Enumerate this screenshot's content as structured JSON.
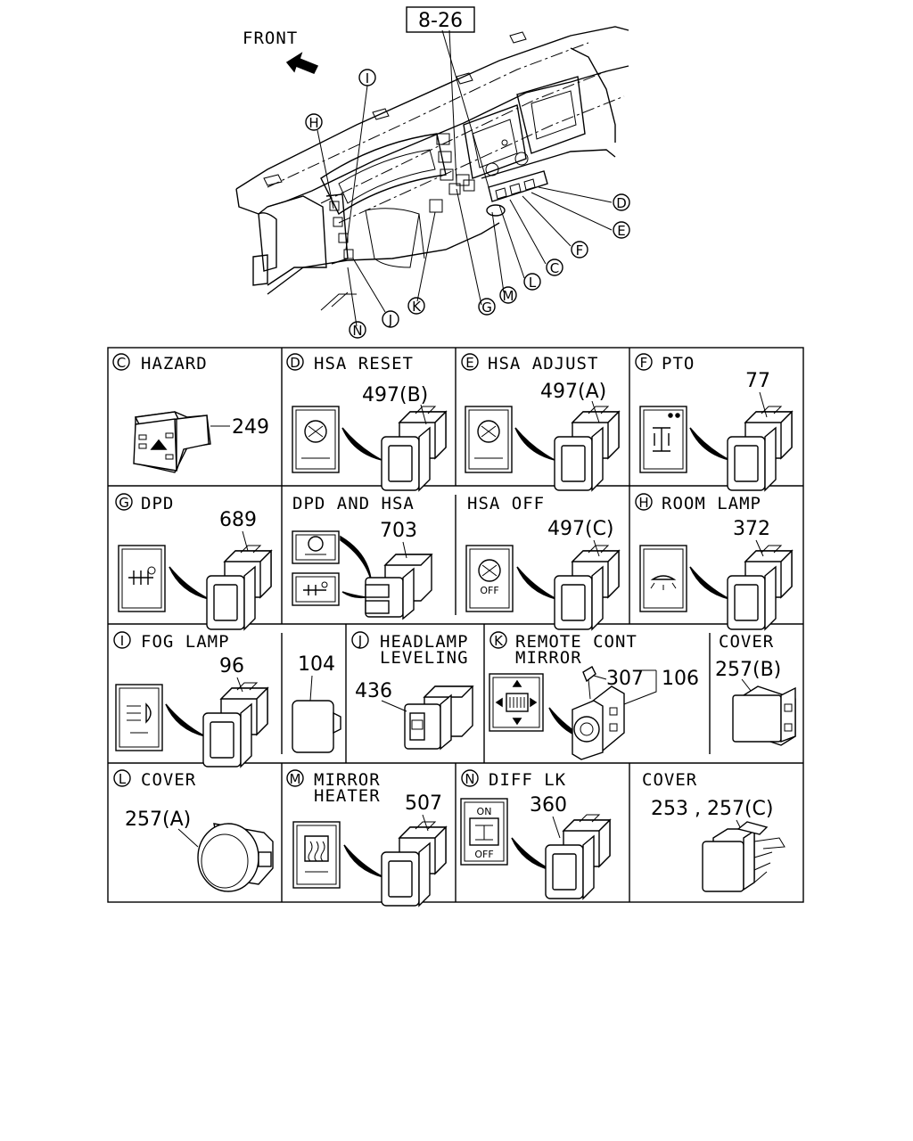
{
  "overview": {
    "ref_code": "8-26",
    "front_label": "FRONT",
    "callouts": [
      "C",
      "D",
      "E",
      "F",
      "G",
      "H",
      "I",
      "J",
      "K",
      "L",
      "M",
      "N"
    ]
  },
  "cells": {
    "hazard": {
      "letter": "C",
      "title": "HAZARD",
      "part": "249"
    },
    "hsa_reset": {
      "letter": "D",
      "title": "HSA RESET",
      "part": "497(B)"
    },
    "hsa_adjust": {
      "letter": "E",
      "title": "HSA ADJUST",
      "part": "497(A)"
    },
    "pto": {
      "letter": "F",
      "title": "PTO",
      "part": "77"
    },
    "dpd": {
      "letter": "G",
      "title": "DPD",
      "part": "689"
    },
    "dpd_hsa": {
      "title": "DPD AND HSA",
      "part": "703"
    },
    "hsa_off": {
      "title": "HSA OFF",
      "part": "497(C)",
      "icon_text": "OFF"
    },
    "room_lamp": {
      "letter": "H",
      "title": "ROOM LAMP",
      "part": "372"
    },
    "fog_lamp": {
      "letter": "I",
      "title": "FOG LAMP",
      "part": "96",
      "part2": "104"
    },
    "headlamp": {
      "letter": "J",
      "title_line1": "HEADLAMP",
      "title_line2": "LEVELING",
      "part": "436"
    },
    "remote_mirror": {
      "letter": "K",
      "title_line1": "REMOTE CONT",
      "title_line2": "MIRROR",
      "part": "307",
      "part2": "106"
    },
    "cover_b": {
      "title": "COVER",
      "part": "257(B)"
    },
    "cover_a": {
      "letter": "L",
      "title": "COVER",
      "part": "257(A)"
    },
    "mirror_heater": {
      "letter": "M",
      "title_line1": "MIRROR",
      "title_line2": "HEATER",
      "part": "507"
    },
    "diff_lk": {
      "letter": "N",
      "title": "DIFF LK",
      "part": "360",
      "icon_on": "ON",
      "icon_off": "OFF"
    },
    "cover_c": {
      "title": "COVER",
      "part": "253 , 257(C)"
    }
  }
}
